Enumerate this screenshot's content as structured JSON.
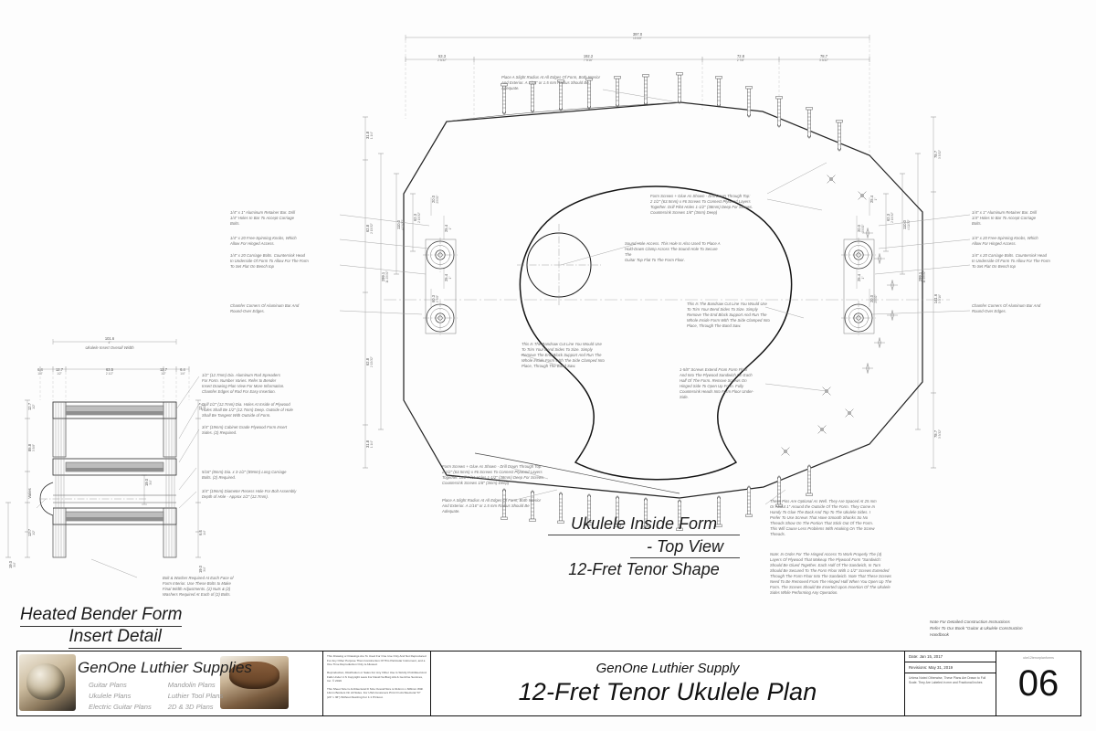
{
  "sheet": {
    "title_view": [
      "Ukulele Inside Form",
      "- Top View",
      "12-Fret Tenor Shape"
    ],
    "detail_view": [
      "Heated Bender Form",
      "Insert Detail"
    ],
    "handbook_note": "Note For Detailed Construction Instructions\nRefer To Our Book \"Guitar & Ukulele Construction\nHandbook"
  },
  "titleblock": {
    "company": "GenOne Luthier Supplies",
    "plan_owner": "GenOne Luthier Supply",
    "plan_title": "12-Fret Tenor Ukulele Plan",
    "product_lists": [
      [
        "Guitar Plans",
        "Ukulele Plans",
        "Electric Guitar Plans"
      ],
      [
        "Mandolin Plans",
        "Luthier Tool Plans",
        "2D & 3D Plans"
      ]
    ],
    "copyright": [
      "This Drawing or Drawings Are To Used For One Use Only And Not Reproduced For Any Other Purpose Than Construction Of This Particular Instrument, and a One Time Reproduction Only is Allowed.",
      "Reproduction, Distribution or Sales For Any Other Use Is Strictly Prohibited And Falls Under U.S Copyright Laws For David VerBurg AIA & GenOne Services, Inc. © 2019",
      "This Sheet Size Is Architectural D Size Overall Size is 914mm x 609mm With 14mm Borders On All Sides. For USA Customers Print On Architectural \"D\" (24\" x 36\") Without Resizing For 1:1 Printout."
    ],
    "date_label": "Date: Jan 15, 2017",
    "revisions_label": "Revisions: May 31, 2019",
    "scale_note": "Unless Noted Otherwise, These Plans Are Drawn to Full Scale. They Are Labeled in mm and Fractional Inches",
    "filename": "uke12tenorplanforms",
    "sheet_number": "06"
  },
  "notes": {
    "radius_edges": "Place A Slight Radius At All Edges Of Form, Both Interior\nAnd Exterior. A 1/16\" or 1.5 mm Radius Should Be\nAdequate.",
    "form_screws": "Form Screws + Glue As Shown - Drill Down Through Top:\n2 1/2\" (63.5mm) x #6 Screws To Connect Plywood Layers\nTogether. Drill Pilot Holes 1-1/2\" (38mm) Deep For Screws.\nCountersink Screws 1/8\" (3mm) Deep)",
    "sound_hole": "Sound Hole Access. This Hole Is Also Used To Place A\nHold-Down Clamp Across The Sound Hole To Secure The\nGuitar Top Flat To The Form Floor.",
    "bandsaw": "This Is The Bandsaw Cut Line You Would Use\nTo Trim Your Bend Sides To Size. Simply\nRemove The End Block Support And Run The\nWhole Inside Form With The Side Clamped Into\nPlace, Through The Band Saw.",
    "screws_extend": "1-5/8\" Screws Extend From Form Floor\nAnd Into The Plywood Sandwich On Each\nHalf Of The Form. Remove Screws On\nHinged Side To Open Up Form. Fully\nCountersink Heads Into Form Floor Under-\nSide.",
    "pins": "These Pins Are Optional As Well. They Are Spaced At 25 mm\nOr About 1\" Around the Outside Of The Form. They Come In\nHandy To Glue The Back And Top To The Ukulele Sides. I\nPrefer To Use Screws That Have Smooth Shanks So No\nThreads Show On The Portion That Stick Out Of The Form.\nThis Will Cause Less Problems With Hooking On The Screw\nThreads.",
    "hinged_access": "Note: In Order For The Hinged Access To Work Properly The (4)\nLayers Of Plywood That Makeup The Plywood Form \"Sandwich:\nShould Be Glued Together. Each Half Of The Sandwich, In Turn\nShould Be Secured To The Form Floor With 1-1/2\" Screws Extended\nThrough The Form Floor Into The Sandwich. Note That These Screws\nNeed To Be Removed From The Hinged Half When You Open Up The\nForm. The Screws Should Be Inserted Upon Insertion Of The Ukulele\nSides While Performing Any Operation.",
    "retainer_bar": "1/4\" x 1\" Aluminum Retainer Bar. Drill\n1/4\" Holes In Bar To Accept Carriage\nBolts.",
    "knobs": "1/4\" x 20 Free-Spinning Knobs, Which\nAllow For Hinged Access.",
    "carriage_bolts": "1/4\" x 20 Carriage Bolts. Countersink Head\nIn Underside Of Form To Allow For The Form\nTo Set Flat On Bench top",
    "chamfer": "Chamfer Corners Of Aluminum Bar And\nRound-Over Edges.",
    "rod_spreaders": "1/2\" (12.7mm) Dia. Aluminum Rod Spreaders\nFor Form. Number Varies. Refer to Bender\nInsert Drawing Plan View For More Information.\nChamfer Edges of Rod For Easy Insertion.",
    "drill_holes": "Drill 1/2\" (12.7mm) Dia. Holes At Inside of Plywood\nHoles Shall Be 1/2\" (12.7mm) Deep. Outside of Hole\nShall Be Tangent With Outside of Form.",
    "plywood_sides": "3/4\" (19mm) Cabinet Grade Plywood Form Insert\nSides. (2) Required.",
    "long_bolts": "5/16\" (8mm) Dia. x 3-1/2\" (89mm) Long Carriage\nBolts. (2) Required.",
    "recess_hole": "3/4\" (19mm) Diameter Recess Hole For Bolt Assembly\nDepth of Hole - Approx 1/2\" (12.7mm).",
    "bolt_washer": "Bolt & Washer Required At Each Face of\nForm Interior. Use These Bolts to Make\nFinal Width Adjustments. (2) Nuts & (2)\nWashers Required At Each of (2) Bolts.",
    "insert_overall_width": "Ukulele Insert Overall Width"
  },
  "dimensions": {
    "top_overall": {
      "mm": "397.0",
      "inch": "15 5/8\""
    },
    "top_chain": [
      {
        "mm": "53.3",
        "inch": "2 3/32\""
      },
      {
        "mm": "192.2",
        "inch": "7 9/16\""
      },
      {
        "mm": "72.8",
        "inch": "2 7/8\""
      },
      {
        "mm": "78.7",
        "inch": "3 3/32\""
      }
    ],
    "left_chain": [
      {
        "mm": "31.8",
        "inch": "1 1/4\""
      },
      {
        "mm": "62.8",
        "inch": "2 15/32\""
      },
      {
        "mm": "62.8",
        "inch": "2 15/32\""
      },
      {
        "mm": "31.8",
        "inch": "1 1/4\""
      }
    ],
    "left_inner": [
      {
        "mm": "299.1",
        "inch": "11 25/32\""
      },
      {
        "mm": "110.0",
        "inch": "4 11/32\""
      },
      {
        "mm": "62.3",
        "inch": "2 15/32\""
      }
    ],
    "left_small": [
      {
        "mm": "20.0",
        "inch": "25/32\""
      },
      {
        "mm": "25.4",
        "inch": "1\""
      },
      {
        "mm": "25.4",
        "inch": "1\""
      },
      {
        "mm": "60.3",
        "inch": "2 3/8\""
      },
      {
        "mm": "20.0",
        "inch": "25/32\""
      }
    ],
    "right_chain": [
      {
        "mm": "78.7",
        "inch": "3 3/32\""
      },
      {
        "mm": "141.6",
        "inch": "5 9/16\""
      },
      {
        "mm": "78.7",
        "inch": "3 3/32\""
      }
    ],
    "right_inner": [
      {
        "mm": "299.1",
        "inch": "11 25/32\""
      },
      {
        "mm": "110.0",
        "inch": "4 11/32\""
      },
      {
        "mm": "62.3",
        "inch": "2 15/32\""
      },
      {
        "mm": "25.4",
        "inch": "1\""
      },
      {
        "mm": "20.0",
        "inch": "25/32\""
      }
    ],
    "insert_overall": {
      "mm": "101.6",
      "inch": "4\""
    },
    "insert_chain": [
      {
        "mm": "6.4",
        "inch": "1/4\""
      },
      {
        "mm": "12.7",
        "inch": "1/2\""
      },
      {
        "mm": "63.5",
        "inch": "2 1/2\""
      },
      {
        "mm": "12.7",
        "inch": "1/2\""
      },
      {
        "mm": "6.4",
        "inch": "1/4\""
      }
    ],
    "insert_left_vert": [
      {
        "mm": "12.7",
        "inch": "1/2\""
      },
      {
        "mm": "85.8",
        "inch": "3 3/8\""
      },
      {
        "mm": "Varies",
        "inch": ""
      },
      {
        "mm": "12.7",
        "inch": "1/2\""
      },
      {
        "mm": "19.0",
        "inch": "3/4\""
      }
    ],
    "insert_right_vert": [
      {
        "mm": "12.7",
        "inch": "1/2\""
      },
      {
        "mm": "6.4",
        "inch": "1/4\""
      },
      {
        "mm": "19.0",
        "inch": "3/4\""
      }
    ],
    "insert_bolt": {
      "mm": "19.0",
      "inch": "3/4\""
    }
  },
  "colors": {
    "line": "#1a1a1a",
    "thin": "#9a9a9a",
    "dim": "#555555",
    "note": "#6b6b6b",
    "paper": "#fdfdfd"
  }
}
